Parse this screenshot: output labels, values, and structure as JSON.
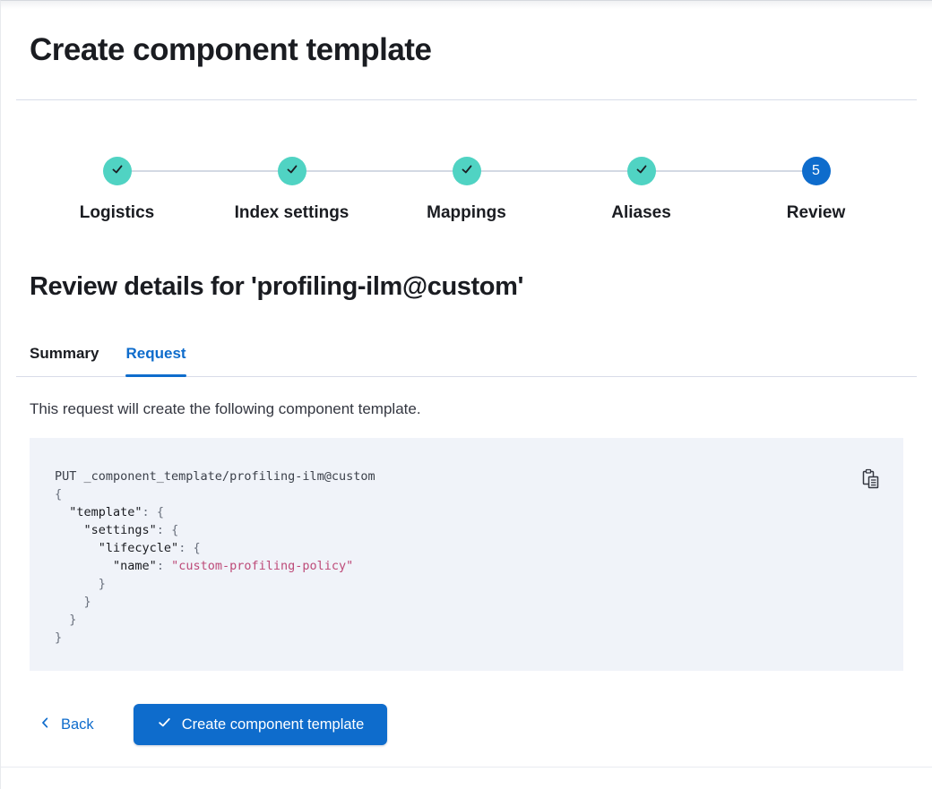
{
  "page": {
    "title": "Create component template"
  },
  "stepper": {
    "steps": [
      {
        "label": "Logistics",
        "status": "complete"
      },
      {
        "label": "Index settings",
        "status": "complete"
      },
      {
        "label": "Mappings",
        "status": "complete"
      },
      {
        "label": "Aliases",
        "status": "complete"
      },
      {
        "label": "Review",
        "status": "current",
        "number": "5"
      }
    ]
  },
  "review": {
    "heading": "Review details for 'profiling-ilm@custom'",
    "tabs": [
      {
        "label": "Summary",
        "selected": false
      },
      {
        "label": "Request",
        "selected": true
      }
    ],
    "description": "This request will create the following component template."
  },
  "code": {
    "lines": [
      [
        {
          "t": "PUT _component_template/profiling-ilm@custom",
          "c": "method"
        }
      ],
      [
        {
          "t": "{",
          "c": "punc"
        }
      ],
      [
        {
          "t": "  ",
          "c": "plain"
        },
        {
          "t": "\"template\"",
          "c": "key"
        },
        {
          "t": ": ",
          "c": "punc"
        },
        {
          "t": "{",
          "c": "punc"
        }
      ],
      [
        {
          "t": "    ",
          "c": "plain"
        },
        {
          "t": "\"settings\"",
          "c": "key"
        },
        {
          "t": ": ",
          "c": "punc"
        },
        {
          "t": "{",
          "c": "punc"
        }
      ],
      [
        {
          "t": "      ",
          "c": "plain"
        },
        {
          "t": "\"lifecycle\"",
          "c": "key"
        },
        {
          "t": ": ",
          "c": "punc"
        },
        {
          "t": "{",
          "c": "punc"
        }
      ],
      [
        {
          "t": "        ",
          "c": "plain"
        },
        {
          "t": "\"name\"",
          "c": "key"
        },
        {
          "t": ": ",
          "c": "punc"
        },
        {
          "t": "\"custom-profiling-policy\"",
          "c": "string"
        }
      ],
      [
        {
          "t": "      }",
          "c": "punc"
        }
      ],
      [
        {
          "t": "    }",
          "c": "punc"
        }
      ],
      [
        {
          "t": "  }",
          "c": "punc"
        }
      ],
      [
        {
          "t": "}",
          "c": "punc"
        }
      ]
    ]
  },
  "footer": {
    "back_label": "Back",
    "submit_label": "Create component template"
  },
  "colors": {
    "primary_blue": "#0e6ccc",
    "step_complete_teal": "#50d3c3",
    "step_check_dark": "#1b1f24",
    "code_background": "#f0f3f9",
    "code_string_pink": "#bd4a78",
    "divider": "#d8dce8"
  }
}
